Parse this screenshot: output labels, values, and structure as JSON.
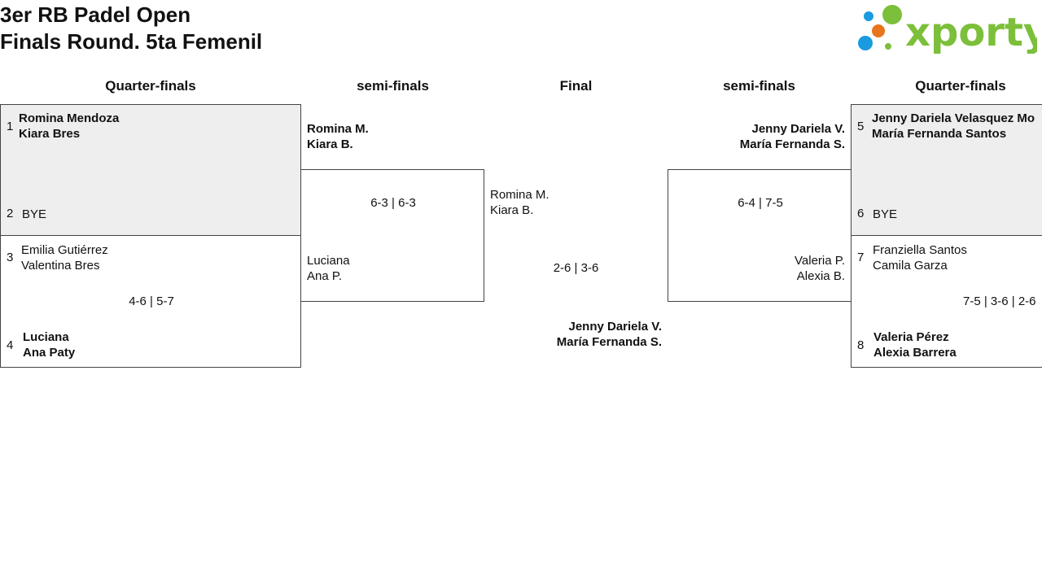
{
  "header": {
    "title_line1": "3er RB Padel Open",
    "title_line2": "Finals Round. 5ta Femenil",
    "logo_text": "xporty"
  },
  "columns": {
    "left_qf": "Quarter-finals",
    "left_sf": "semi-finals",
    "final": "Final",
    "right_sf": "semi-finals",
    "right_qf": "Quarter-finals"
  },
  "quarterfinals": [
    {
      "top": {
        "seed": "1",
        "player1": "Romina Mendoza",
        "player2": "Kiara Bres"
      },
      "bottom": {
        "seed": "2",
        "player1": "BYE",
        "player2": ""
      },
      "score": ""
    },
    {
      "top": {
        "seed": "3",
        "player1": "Emilia Gutiérrez",
        "player2": "Valentina Bres"
      },
      "bottom": {
        "seed": "4",
        "player1": "Luciana",
        "player2": "Ana Paty"
      },
      "score": "4-6 | 5-7"
    },
    {
      "top": {
        "seed": "5",
        "player1": "Jenny Dariela Velasquez Mo",
        "player2": "María Fernanda Santos"
      },
      "bottom": {
        "seed": "6",
        "player1": "BYE",
        "player2": ""
      },
      "score": ""
    },
    {
      "top": {
        "seed": "7",
        "player1": "Franziella Santos",
        "player2": "Camila Garza"
      },
      "bottom": {
        "seed": "8",
        "player1": "Valeria Pérez",
        "player2": "Alexia Barrera"
      },
      "score": "7-5 | 3-6 | 2-6"
    }
  ],
  "semifinals": {
    "left": {
      "top_p1": "Romina M.",
      "top_p2": "Kiara B.",
      "bottom_p1": "Luciana",
      "bottom_p2": "Ana P.",
      "score": "6-3 | 6-3"
    },
    "right": {
      "top_p1": "Jenny Dariela V.",
      "top_p2": "María Fernanda S.",
      "bottom_p1": "Valeria P.",
      "bottom_p2": "Alexia B.",
      "score": "6-4 | 7-5"
    }
  },
  "final": {
    "top_p1": "Romina M.",
    "top_p2": "Kiara B.",
    "bottom_p1": "Jenny Dariela V.",
    "bottom_p2": "María Fernanda S.",
    "score": "2-6 | 3-6"
  },
  "colors": {
    "shade": "#eeeeee",
    "border": "#444444",
    "logo_green": "#7cbf3a",
    "logo_blue": "#1a9be0",
    "logo_orange": "#e8741c"
  }
}
